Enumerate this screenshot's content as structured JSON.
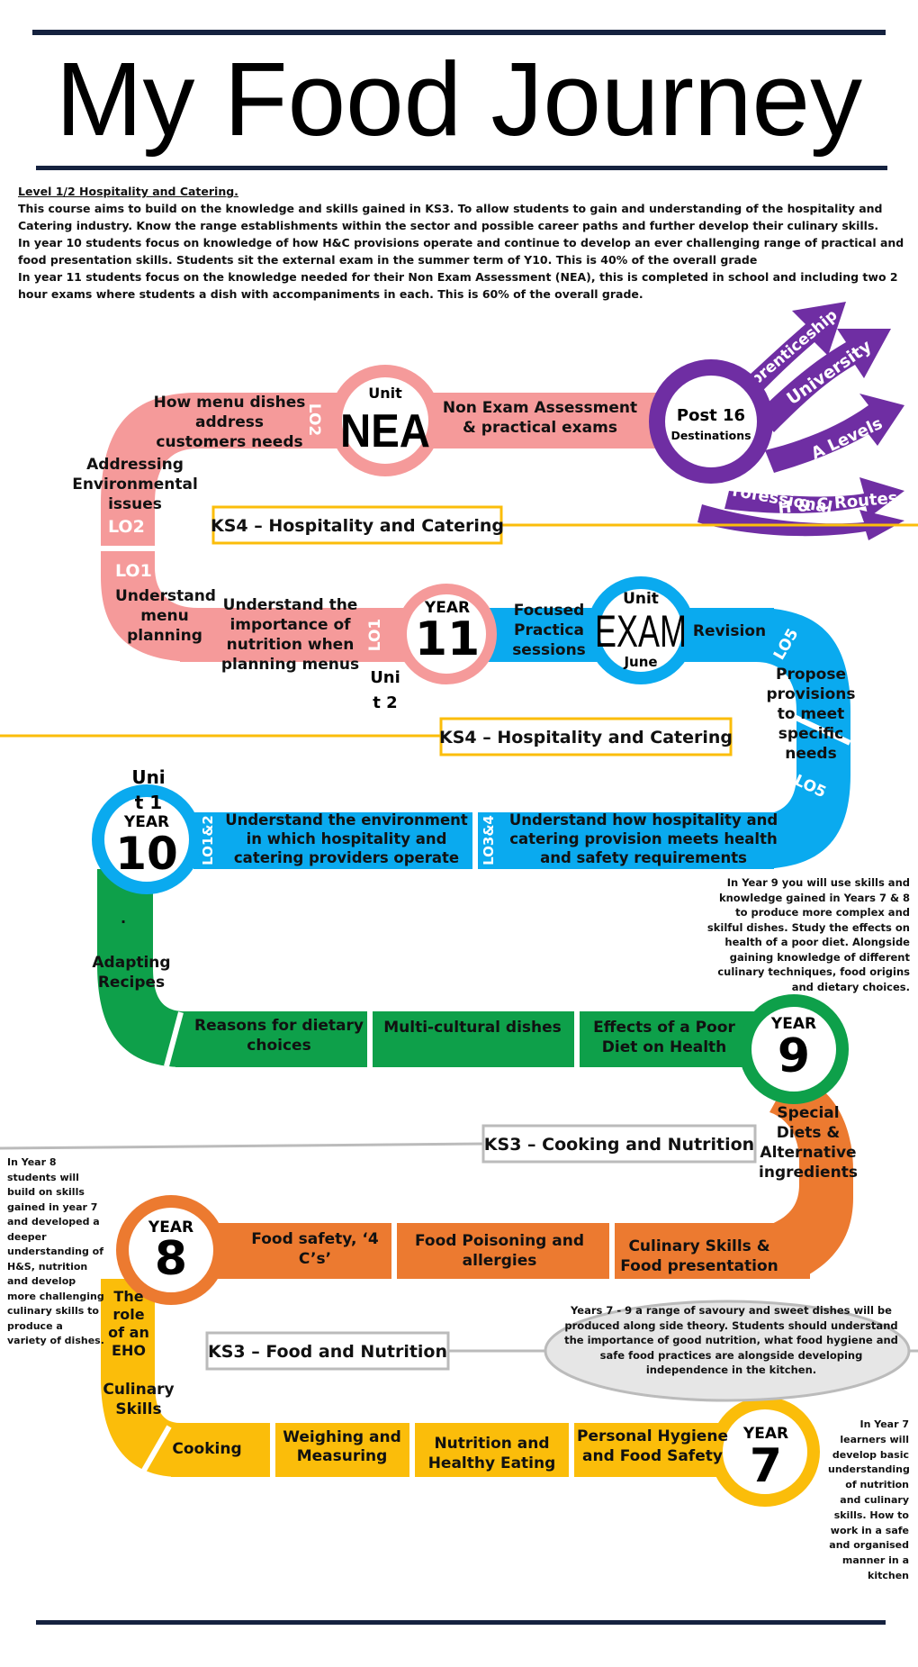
{
  "title": "My Food Journey",
  "intro": {
    "heading": "Level 1/2 Hospitality and Catering.",
    "p1": "This course aims to build on the knowledge and skills gained in KS3. To allow students to gain and understanding of the hospitality and Catering industry. Know the range establishments within the sector and possible career paths and further develop their culinary skills.",
    "p2": "In year 10 students focus on knowledge of how H&C provisions operate and continue to develop an ever challenging range of practical and food presentation skills. Students sit the external exam in the summer term of Y10. This is 40% of the overall grade",
    "p3": "In year 11 students focus on the knowledge needed for their Non Exam Assessment (NEA), this is completed in school and including two 2 hour exams where students a dish with accompaniments in each. This is 60% of the overall grade."
  },
  "colors": {
    "pink": "#f59a9a",
    "blue": "#0aaaef",
    "green": "#0ea04a",
    "orange": "#ec7a30",
    "yellow": "#fbbd0a",
    "purple": "#6f2ea3",
    "navy": "#15223f"
  },
  "labels": {
    "ks4_top": "KS4 – Hospitality and Catering",
    "ks4_mid": "KS4 – Hospitality and Catering",
    "ks3_cooking": "KS3 – Cooking and Nutrition",
    "ks3_food": "KS3 – Food and Nutrition"
  },
  "post16": {
    "title": "Post 16",
    "sub": "Destinations",
    "arrows": [
      "Apprenticeship",
      "University",
      "A Levels",
      "Professional",
      "H & C Routes"
    ]
  },
  "nea": {
    "unit": "Unit",
    "big": "NEA"
  },
  "y11": {
    "year": "YEAR",
    "num": "11",
    "unit2": "Uni",
    "unit2b": "t 2"
  },
  "exam": {
    "unit": "Unit",
    "big": "EXAM",
    "month": "June"
  },
  "y10": {
    "year": "YEAR",
    "num": "10",
    "unit1a": "Uni",
    "unit1b": "t 1"
  },
  "y9": {
    "year": "YEAR",
    "num": "9"
  },
  "y8": {
    "year": "YEAR",
    "num": "8"
  },
  "y7": {
    "year": "YEAR",
    "num": "7"
  },
  "tags": {
    "lo2_top": "LO2",
    "lo2": "LO2",
    "lo1": "LO1",
    "lo1_v": "LO1",
    "lo5_top": "LO5",
    "lo5_bot": "LO5",
    "lo12": "LO1&2",
    "lo34": "LO3&4"
  },
  "topics": {
    "menu_dishes": "How menu dishes address customers needs",
    "nea_practical": "Non Exam Assessment & practical exams",
    "environmental": "Addressing Environmental issues",
    "menu_planning": "Understand menu planning",
    "nutrition_menus": "Understand the importance of nutrition when planning menus",
    "focused": "Focused Practica sessions",
    "revision": "Revision",
    "propose": "Propose provisions to meet specific needs",
    "environment": "Understand the environment in which hospitality and catering providers operate",
    "health_safety": "Understand how hospitality and catering provision meets health and safety requirements",
    "dot": ".",
    "adapting": "Adapting Recipes",
    "reasons": "Reasons for dietary choices",
    "multicultural": "Multi-cultural dishes",
    "poor_diet": "Effects of a Poor Diet on Health",
    "special": "Special Diets & Alternative ingredients",
    "food_safety": "Food safety, ‘4 C’s’",
    "poisoning": "Food Poisoning and allergies",
    "culinary_pres": "Culinary Skills & Food presentation",
    "eho": "The role of an EHO",
    "culinary": "Culinary Skills",
    "cooking": "Cooking",
    "weighing": "Weighing and Measuring",
    "nutrition_healthy": "Nutrition and Healthy Eating",
    "hygiene": "Personal Hygiene and Food Safety"
  },
  "notes": {
    "year9": "In Year 9 you will use skills and knowledge gained in Years 7 & 8 to produce more complex and skilful dishes. Study the effects on health of a poor diet. Alongside gaining knowledge of different culinary techniques, food origins and dietary choices.",
    "year8": "In Year 8 students will build on skills gained in year 7 and developed a deeper understanding of H&S, nutrition and develop more challenging culinary skills to produce a variety of dishes.",
    "ellipse": "Years 7 - 9 a range of savoury and sweet dishes will be produced along side theory. Students should understand the importance of good nutrition, what food hygiene and safe food practices are alongside developing independence in the kitchen.",
    "year7": "In Year 7 learners will develop basic understanding of nutrition and culinary skills. How to work in a safe and organised manner in a kitchen"
  }
}
